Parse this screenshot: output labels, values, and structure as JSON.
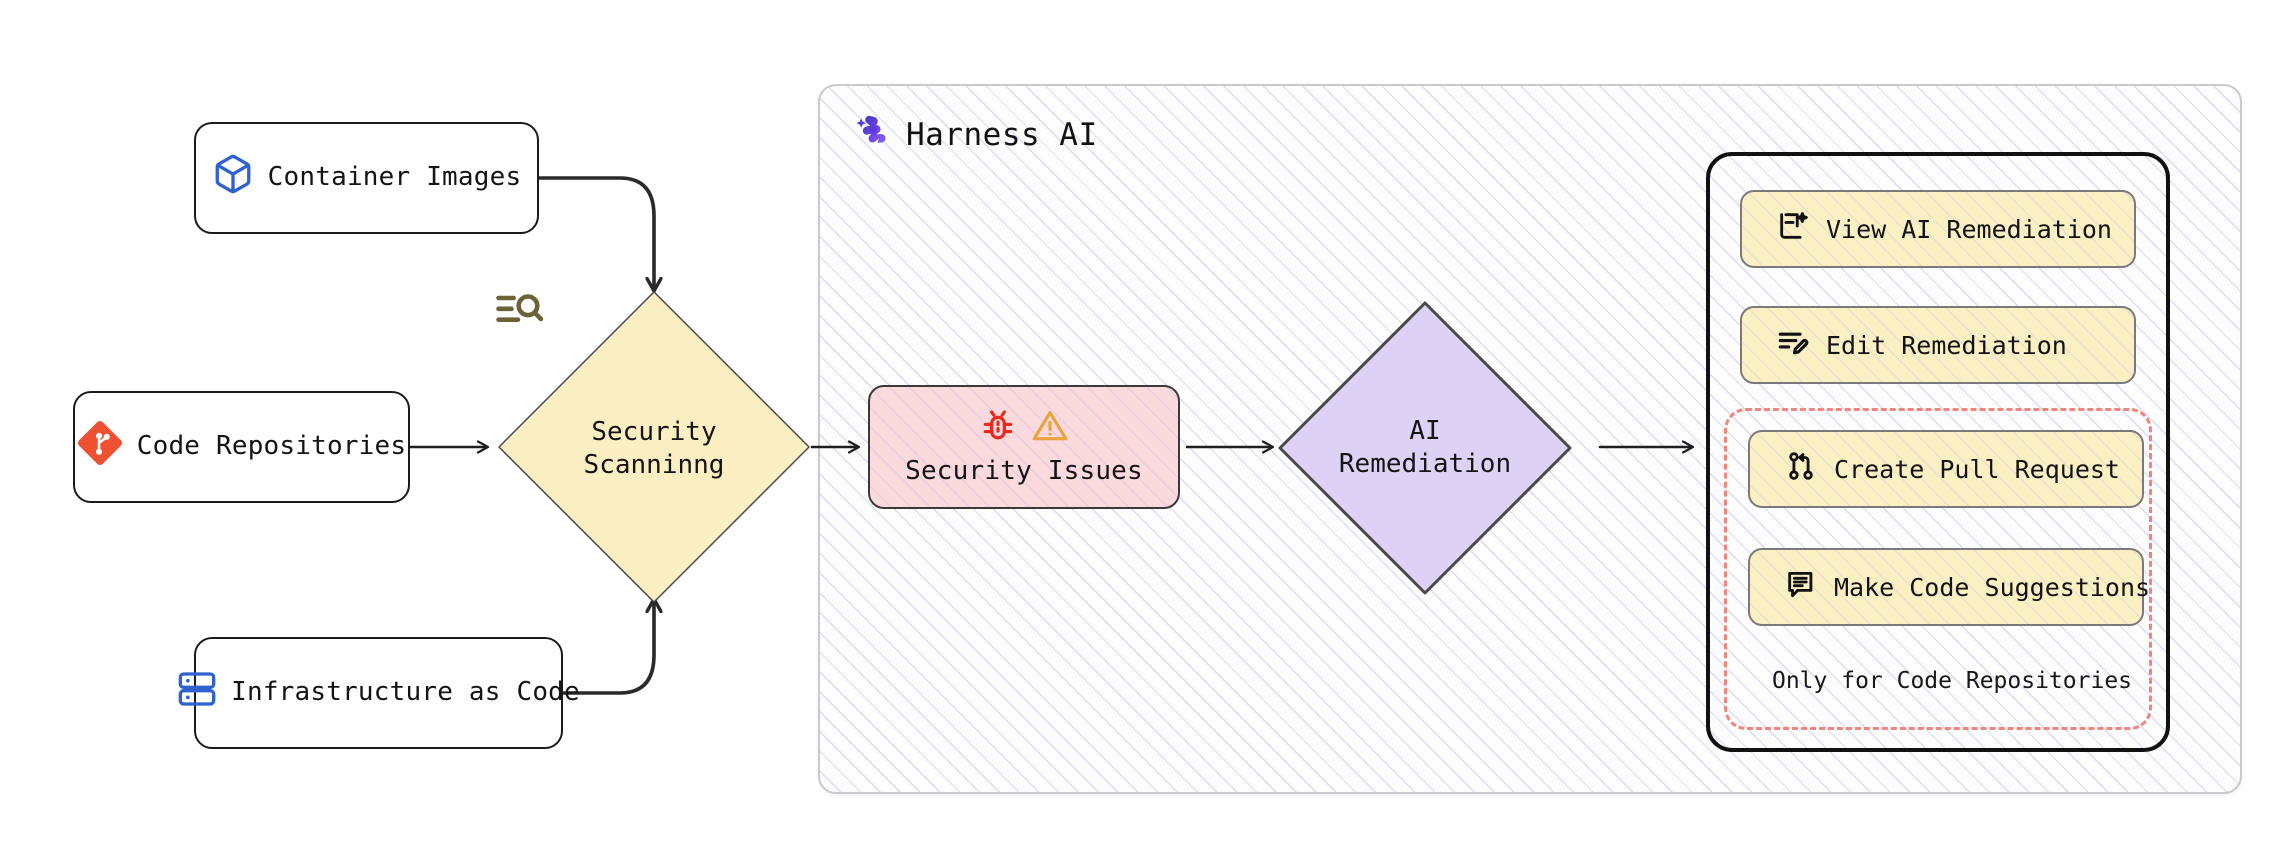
{
  "diagram": {
    "title": "Harness AI security scanning and remediation flow",
    "colors": {
      "node_border": "#1b1b1b",
      "node_fill": "#ffffff",
      "scanning_fill": "#fbeec2",
      "issues_fill": "#fadadd",
      "remediation_fill": "#ddd2f5",
      "button_fill": "#fbf0c4",
      "panel_border": "#c9c9cf",
      "dashed_accent": "#f0857b",
      "harness_purple": "#5b3ce0",
      "container_blue": "#2f62cf",
      "git_red": "#f05133",
      "iac_blue": "#2f62cf",
      "bug_red": "#e8291c",
      "warning_orange": "#eaa23c",
      "hatch_purple": "#918ce1"
    }
  },
  "sources": [
    {
      "id": "container-images",
      "label": "Container Images",
      "icon": "cube-icon"
    },
    {
      "id": "code-repositories",
      "label": "Code Repositories",
      "icon": "git-diamond-icon"
    },
    {
      "id": "infrastructure-as-code",
      "label": "Infrastructure as Code",
      "icon": "server-stack-icon"
    }
  ],
  "scanning": {
    "id": "security-scanning",
    "line1": "Security",
    "line2": "Scanninng",
    "icon": "list-search-icon"
  },
  "harness": {
    "title": "Harness AI",
    "logo_icon": "harness-flower-icon"
  },
  "issues": {
    "id": "security-issues",
    "label": "Security Issues",
    "icons": [
      "bug-icon",
      "warning-triangle-icon"
    ]
  },
  "remediation": {
    "id": "ai-remediation",
    "line1": "AI",
    "line2": "Remediation"
  },
  "actions": [
    {
      "id": "view-ai-remediation",
      "label": "View AI Remediation",
      "icon": "document-sparkle-icon",
      "code_only": false
    },
    {
      "id": "edit-remediation",
      "label": "Edit Remediation",
      "icon": "lines-pencil-icon",
      "code_only": false
    },
    {
      "id": "create-pull-request",
      "label": "Create Pull Request",
      "icon": "pull-request-icon",
      "code_only": true
    },
    {
      "id": "make-code-suggestions",
      "label": "Make Code Suggestions",
      "icon": "comment-lines-icon",
      "code_only": true
    }
  ],
  "code_only_caption": "Only for Code Repositories"
}
